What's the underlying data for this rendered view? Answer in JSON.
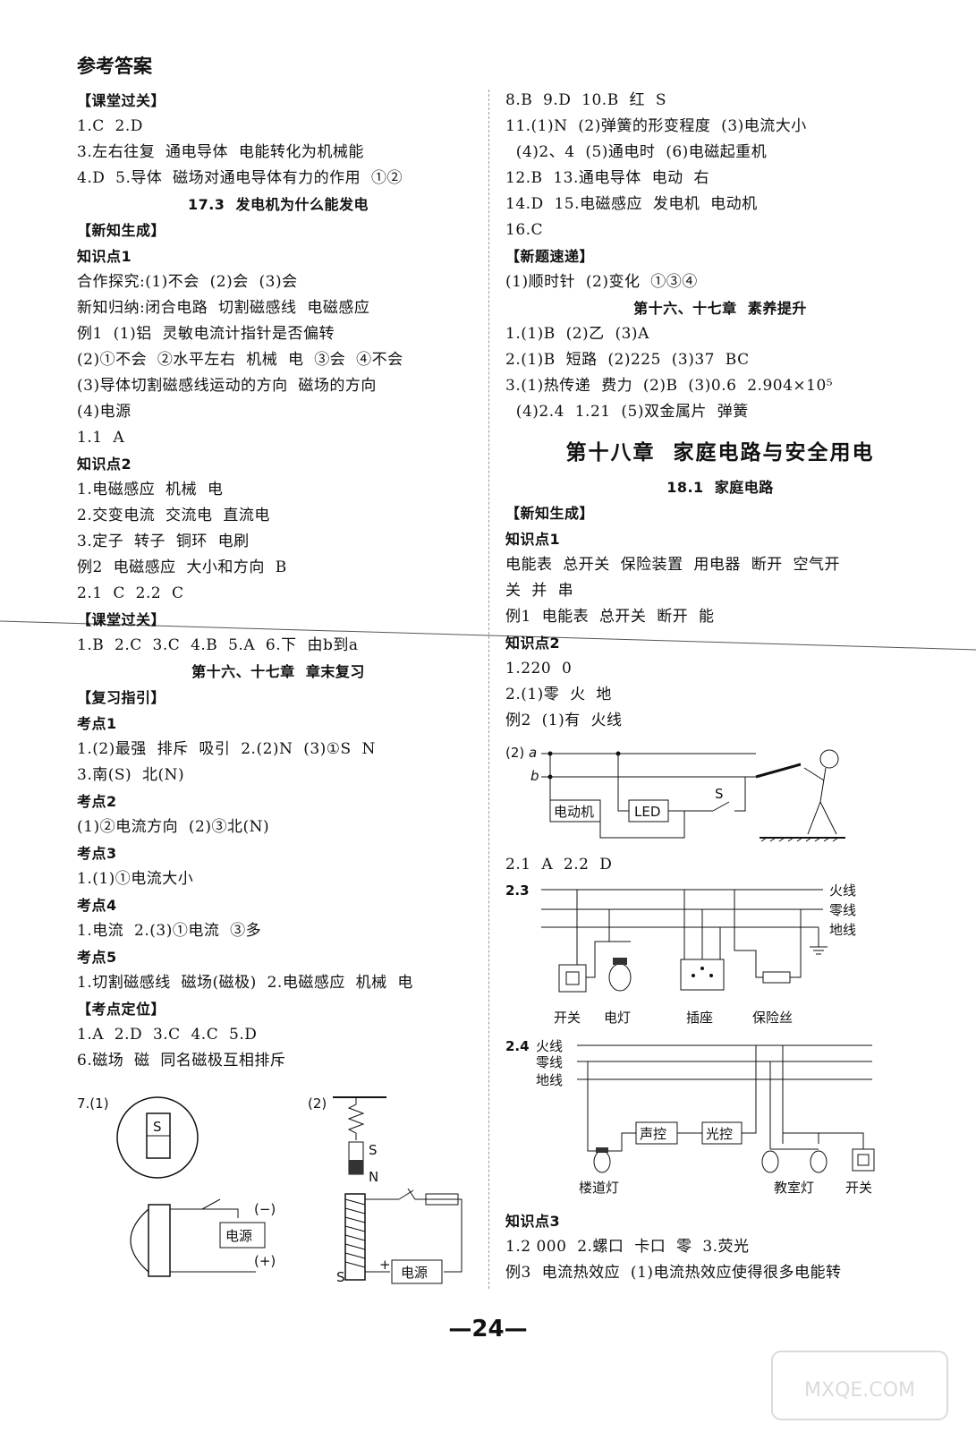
{
  "page_title": "参考答案",
  "left_lines": [
    {
      "t": "【课堂过关】",
      "s": "bold"
    },
    {
      "t": "1.C  2.D",
      "s": ""
    },
    {
      "t": "3.左右往复  通电导体  电能转化为机械能",
      "s": ""
    },
    {
      "t": "4.D  5.导体  磁场对通电导体有力的作用  ①②",
      "s": ""
    },
    {
      "t": "17.3  发电机为什么能发电",
      "s": "center"
    },
    {
      "t": "【新知生成】",
      "s": "bold"
    },
    {
      "t": "知识点1",
      "s": "bold"
    },
    {
      "t": "合作探究:(1)不会  (2)会  (3)会",
      "s": ""
    },
    {
      "t": "新知归纳:闭合电路  切割磁感线  电磁感应",
      "s": ""
    },
    {
      "t": "例1  (1)铝  灵敏电流计指针是否偏转",
      "s": ""
    },
    {
      "t": "(2)①不会  ②水平左右  机械  电  ③会  ④不会",
      "s": ""
    },
    {
      "t": "(3)导体切割磁感线运动的方向  磁场的方向",
      "s": ""
    },
    {
      "t": "(4)电源",
      "s": ""
    },
    {
      "t": "1.1  A",
      "s": ""
    },
    {
      "t": "知识点2",
      "s": "bold"
    },
    {
      "t": "1.电磁感应  机械  电",
      "s": ""
    },
    {
      "t": "2.交变电流  交流电  直流电",
      "s": ""
    },
    {
      "t": "3.定子  转子  铜环  电刷",
      "s": ""
    },
    {
      "t": "例2  电磁感应  大小和方向  B",
      "s": ""
    },
    {
      "t": "2.1  C  2.2  C",
      "s": ""
    },
    {
      "t": "【课堂过关】",
      "s": "bold"
    },
    {
      "t": "1.B  2.C  3.C  4.B  5.A  6.下  由b到a",
      "s": ""
    },
    {
      "t": "第十六、十七章  章末复习",
      "s": "center"
    },
    {
      "t": "【复习指引】",
      "s": "bold"
    },
    {
      "t": "考点1",
      "s": "bold"
    },
    {
      "t": "1.(2)最强  排斥  吸引  2.(2)N  (3)①S  N",
      "s": ""
    },
    {
      "t": "3.南(S)  北(N)",
      "s": ""
    },
    {
      "t": "考点2",
      "s": "bold"
    },
    {
      "t": "(1)②电流方向  (2)③北(N)",
      "s": ""
    },
    {
      "t": "考点3",
      "s": "bold"
    },
    {
      "t": "1.(1)①电流大小",
      "s": ""
    },
    {
      "t": "考点4",
      "s": "bold"
    },
    {
      "t": "1.电流  2.(3)①电流  ③多",
      "s": ""
    },
    {
      "t": "考点5",
      "s": "bold"
    },
    {
      "t": "1.切割磁感线  磁场(磁极)  2.电磁感应  机械  电",
      "s": ""
    },
    {
      "t": "【考点定位】",
      "s": "bold"
    },
    {
      "t": "1.A  2.D  3.C  4.C  5.D",
      "s": ""
    },
    {
      "t": "6.磁场  磁  同名磁极互相排斥",
      "s": ""
    }
  ],
  "right_lines_a": [
    {
      "t": "8.B  9.D  10.B  红  S",
      "s": ""
    },
    {
      "t": "11.(1)N  (2)弹簧的形变程度  (3)电流大小",
      "s": ""
    },
    {
      "t": "  (4)2、4  (5)通电时  (6)电磁起重机",
      "s": ""
    },
    {
      "t": "12.B  13.通电导体  电动  右",
      "s": ""
    },
    {
      "t": "14.D  15.电磁感应  发电机  电动机",
      "s": ""
    },
    {
      "t": "16.C",
      "s": ""
    },
    {
      "t": "【新题速递】",
      "s": "bold"
    },
    {
      "t": "(1)顺时针  (2)变化  ①③④",
      "s": ""
    },
    {
      "t": "第十六、十七章  素养提升",
      "s": "center"
    },
    {
      "t": "1.(1)B  (2)乙  (3)A",
      "s": ""
    },
    {
      "t": "2.(1)B  短路  (2)225  (3)37  BC",
      "s": ""
    },
    {
      "t": "3.(1)热传递  费力  (2)B  (3)0.6  2.904×10⁵",
      "s": ""
    },
    {
      "t": "  (4)2.4  1.21  (5)双金属片  弹簧",
      "s": ""
    }
  ],
  "chapter_title": "第十八章  家庭电路与安全用电",
  "right_lines_b": [
    {
      "t": "18.1  家庭电路",
      "s": "center"
    },
    {
      "t": "【新知生成】",
      "s": "bold"
    },
    {
      "t": "知识点1",
      "s": "bold"
    },
    {
      "t": "电能表  总开关  保险装置  用电器  断开  空气开",
      "s": ""
    },
    {
      "t": "关  并  串",
      "s": ""
    },
    {
      "t": "例1  电能表  总开关  断开  能",
      "s": ""
    },
    {
      "t": "知识点2",
      "s": "bold"
    },
    {
      "t": "1.220  0",
      "s": ""
    },
    {
      "t": "2.(1)零  火  地",
      "s": ""
    },
    {
      "t": "例2  (1)有  火线",
      "s": ""
    }
  ],
  "fig7": {
    "label1": "7.(1)",
    "label2": "(2)",
    "s": "S",
    "n": "N",
    "power": "电源",
    "minus": "(−)",
    "plus": "(+)",
    "s2": "S",
    "plus2": "+"
  },
  "fig_ex2": {
    "label": "(2)",
    "a": "a",
    "b": "b",
    "motor": "电动机",
    "led": "LED",
    "s": "S"
  },
  "line_21": "2.1  A  2.2  D",
  "fig_23": {
    "label": "2.3",
    "fire": "火线",
    "zero": "零线",
    "ground": "地线",
    "switch": "开关",
    "lamp": "电灯",
    "socket": "插座",
    "fuse": "保险丝"
  },
  "fig_24": {
    "label": "2.4",
    "fire": "火线",
    "zero": "零线",
    "ground": "地线",
    "sound": "声控",
    "light": "光控",
    "corridor": "楼道灯",
    "classroom": "教室灯",
    "switch": "开关"
  },
  "right_lines_c": [
    {
      "t": "知识点3",
      "s": "bold"
    },
    {
      "t": "1.2 000  2.螺口  卡口  零  3.荧光",
      "s": ""
    },
    {
      "t": "例3  电流热效应  (1)电流热效应使得很多电能转",
      "s": ""
    }
  ],
  "page_number": "—24—",
  "watermark": "MXQE.COM"
}
